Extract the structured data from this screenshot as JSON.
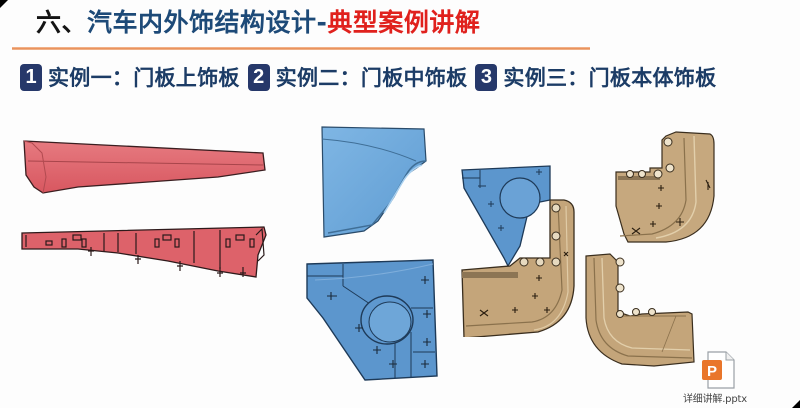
{
  "slide": {
    "title": {
      "prefix": "六、",
      "main": "汽车内外饰结构设计-",
      "accent": "典型案例讲解"
    },
    "colors": {
      "title_main": "#1d4a78",
      "title_accent": "#e0211d",
      "divider": "#e8894f",
      "badge_bg": "#26386a",
      "case_text": "#1c3c66",
      "part_red": "#e0666c",
      "part_blue": "#6aa6d8",
      "part_tan": "#c4a57a"
    },
    "cases": [
      {
        "number": "1",
        "label": "实例一：门板上饰板"
      },
      {
        "number": "2",
        "label": "实例二：门板中饰板"
      },
      {
        "number": "3",
        "label": "实例三：门板本体饰板"
      }
    ],
    "parts": [
      {
        "name": "upper-trim-front",
        "color": "red"
      },
      {
        "name": "upper-trim-back",
        "color": "red"
      },
      {
        "name": "middle-trim-front",
        "color": "blue"
      },
      {
        "name": "middle-trim-back",
        "color": "blue"
      },
      {
        "name": "assembly-blue-tan",
        "color": "blue+tan"
      },
      {
        "name": "body-trim-back",
        "color": "tan"
      },
      {
        "name": "body-trim-front",
        "color": "tan"
      }
    ],
    "attachment": {
      "icon": "powerpoint-file-icon",
      "filename": "详细讲解.pptx",
      "icon_letter": "P"
    }
  }
}
